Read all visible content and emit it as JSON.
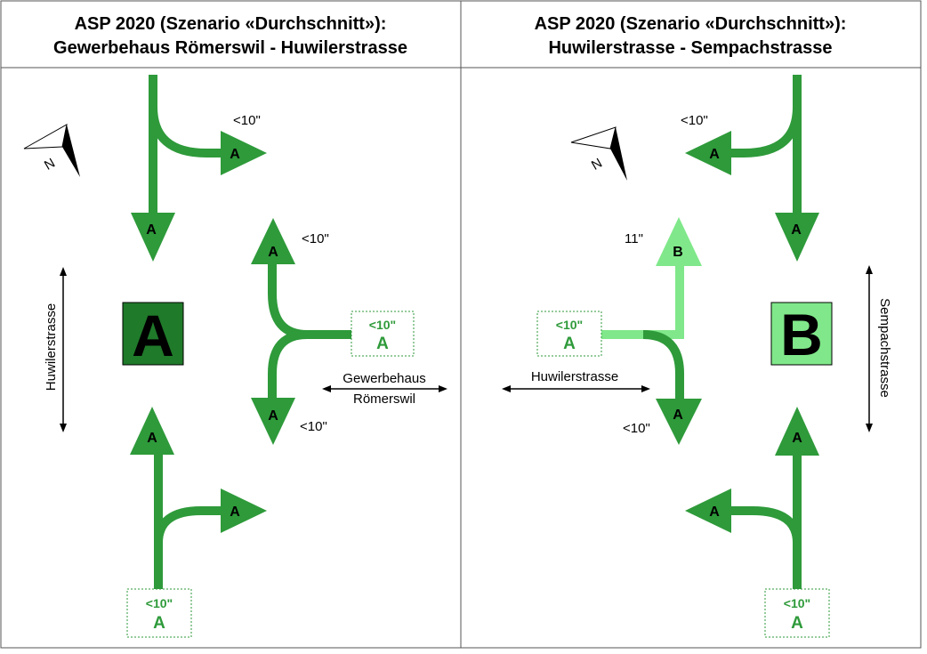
{
  "colors": {
    "green": "#2e9a3a",
    "dark_green": "#1f7a2a",
    "light_green": "#80e88a",
    "box_text": "#2e9a3a"
  },
  "left": {
    "title_line1": "ASP 2020 (Szenario «Durchschnitt»):",
    "title_line2": "Gewerbehaus Römerswil - Huwilerstrasse",
    "north_label": "N",
    "big_level": "A",
    "street_vertical": "Huwilerstrasse",
    "street_side_line1": "Gewerbehaus",
    "street_side_line2": "Römerswil",
    "top_right_delay": "<10\"",
    "top_right_los": "A",
    "top_down_los": "A",
    "east_up_delay": "<10\"",
    "east_up_los": "A",
    "east_down_delay": "<10\"",
    "east_down_los": "A",
    "east_box_delay": "<10\"",
    "east_box_los": "A",
    "bottom_up_los": "A",
    "bottom_right_los": "A",
    "bottom_box_delay": "<10\"",
    "bottom_box_los": "A"
  },
  "right": {
    "title_line1": "ASP 2020 (Szenario «Durchschnitt»):",
    "title_line2": "Huwilerstrasse - Sempachstrasse",
    "north_label": "N",
    "big_level": "B",
    "street_vertical": "Sempachstrasse",
    "street_side": "Huwilerstrasse",
    "top_left_delay": "<10\"",
    "top_left_los": "A",
    "top_down_los": "A",
    "west_up_delay": "11\"",
    "west_up_los": "B",
    "west_down_delay": "<10\"",
    "west_down_los": "A",
    "west_box_delay": "<10\"",
    "west_box_los": "A",
    "bottom_up_los": "A",
    "bottom_left_los": "A",
    "bottom_box_delay": "<10\"",
    "bottom_box_los": "A"
  }
}
